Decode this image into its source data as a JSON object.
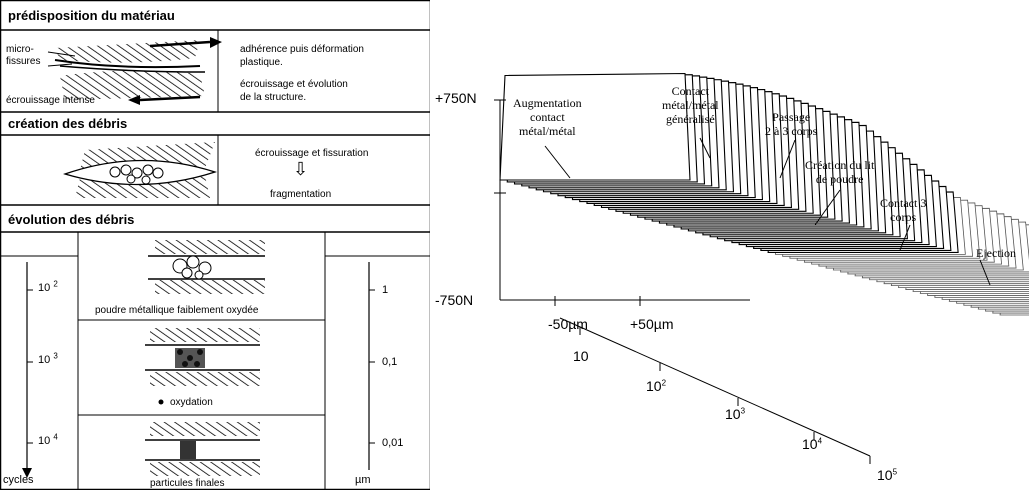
{
  "left": {
    "section1": {
      "title": "prédisposition du matériau",
      "label_micro": "micro-",
      "label_fissures": "fissures",
      "label_ecrouissage": "écrouissage intense",
      "text1_line1": "adhérence puis déformation",
      "text1_line2": "plastique.",
      "text2_line1": "écrouissage et évolution",
      "text2_line2": "de la structure."
    },
    "section2": {
      "title": "création des débris",
      "text1": "écrouissage et fissuration",
      "arrow": "⇩",
      "text2": "fragmentation"
    },
    "section3": {
      "title": "évolution des débris",
      "cycle_base": "10",
      "cycle_exp": [
        "2",
        "3",
        "4"
      ],
      "cycles_label": "cycles",
      "size_ticks": [
        "1",
        "0,1",
        "0,01"
      ],
      "size_unit": "µm",
      "caption1": "poudre métallique faiblement oxydée",
      "caption2": "oxydation",
      "caption3": "particules finales"
    }
  },
  "right": {
    "y_top": "+750N",
    "y_bottom": "-750N",
    "x_neg": "-50µm",
    "x_pos": "+50µm",
    "depth_base": "10",
    "depth_ticks": [
      {
        "base": "10",
        "exp": ""
      },
      {
        "base": "10",
        "exp": "2"
      },
      {
        "base": "10",
        "exp": "3"
      },
      {
        "base": "10",
        "exp": "4"
      },
      {
        "base": "10",
        "exp": "5"
      }
    ],
    "annotations": [
      {
        "lines": [
          "Augmentation",
          "contact",
          "métal/métal"
        ]
      },
      {
        "lines": [
          "Contact",
          "métal/métal",
          "généralisé"
        ]
      },
      {
        "lines": [
          "Passage",
          "2 à 3 corps"
        ]
      },
      {
        "lines": [
          "Création du lit",
          "de poudre"
        ]
      },
      {
        "lines": [
          "Contact 3",
          "corps"
        ]
      },
      {
        "lines": [
          "Ejection"
        ]
      }
    ]
  }
}
